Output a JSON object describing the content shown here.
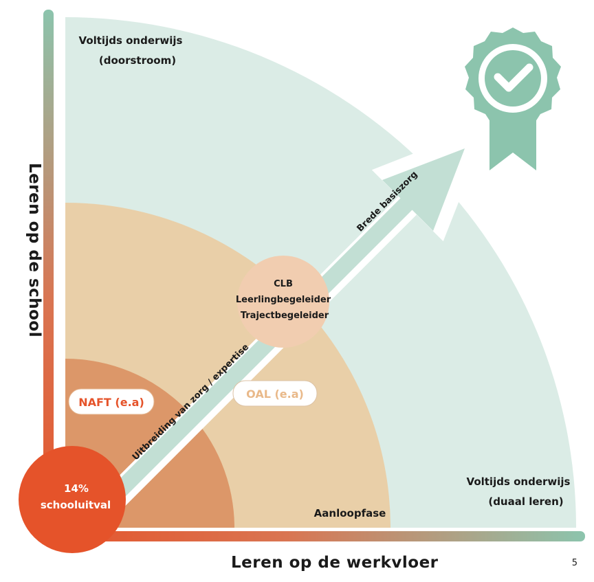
{
  "axes": {
    "x_title": "Leren op de werkvloer",
    "y_title": "Leren op de school"
  },
  "zones": {
    "outer_top_label_line1": "Voltijds onderwijs",
    "outer_top_label_line2": "(doorstroom)",
    "outer_right_label_line1": "Voltijds onderwijs",
    "outer_right_label_line2": "(duaal leren)",
    "middle_label": "Aanloopfase",
    "inner_label": "NAFT (e.a)",
    "middle_pill_label": "OAL (e.a)"
  },
  "center_circle": {
    "line1": "CLB",
    "line2": "Leerlingbegeleider",
    "line3": "Trajectbegeleider"
  },
  "origin_circle": {
    "line1": "14%",
    "line2": "schooluitval"
  },
  "arrow": {
    "upper_label": "Brede basiszorg",
    "lower_label": "Uitbreiding van zorg / expertise"
  },
  "badge_icon": "award-ribbon-check-icon",
  "page_number": "5",
  "colors": {
    "outer_zone": "#dbece6",
    "middle_zone": "#e9cfa8",
    "inner_zone": "#dc9769",
    "origin_circle": "#e5532a",
    "center_circle": "#f1cdb0",
    "arrow": "#c2dfd4",
    "badge": "#8cc4ad",
    "axis_start": "#e5532a",
    "axis_end": "#8cc4ad",
    "pill_naft_text": "#e5532a",
    "pill_oal_text": "#e9b98a"
  }
}
